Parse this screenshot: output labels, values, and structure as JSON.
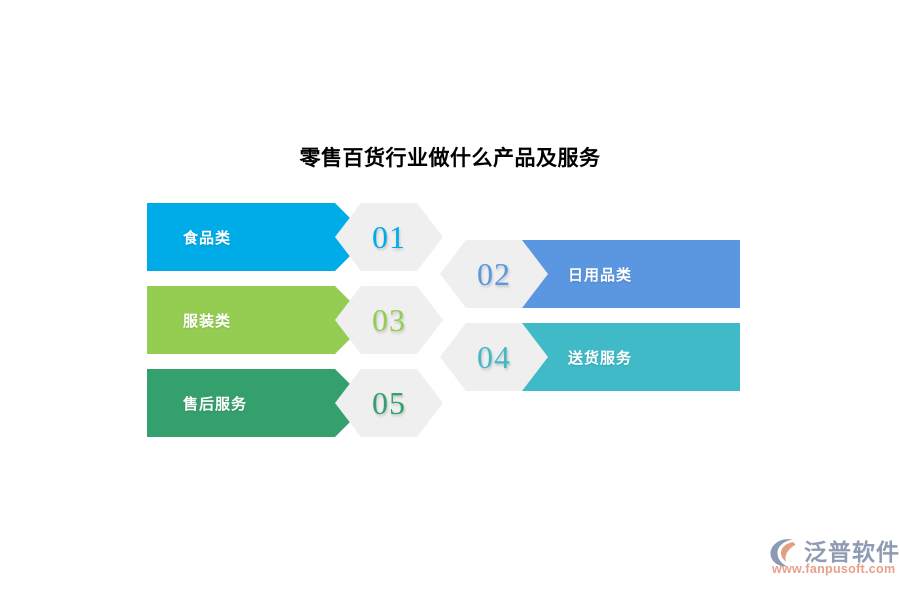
{
  "page": {
    "background_color": "#ffffff",
    "title": "零售百货行业做什么产品及服务"
  },
  "infographic": {
    "type": "numbered-arrow-list",
    "hexagon_color": "#efefef",
    "items": [
      {
        "number": "01",
        "label": "食品类",
        "color": "#00ace8",
        "side": "left"
      },
      {
        "number": "02",
        "label": "日用品类",
        "color": "#5b96e0",
        "side": "right"
      },
      {
        "number": "03",
        "label": "服装类",
        "color": "#95cd52",
        "side": "left"
      },
      {
        "number": "04",
        "label": "送货服务",
        "color": "#41bac8",
        "side": "right"
      },
      {
        "number": "05",
        "label": "售后服务",
        "color": "#34a06d",
        "side": "left"
      }
    ]
  },
  "logo": {
    "name": "泛普软件",
    "url": "www.fanpusoft.com",
    "text_color": "#8f9bb3",
    "url_color": "#e8a08a",
    "mark_color": "#8c9ab4",
    "mark_accent_color": "#e0a183"
  }
}
